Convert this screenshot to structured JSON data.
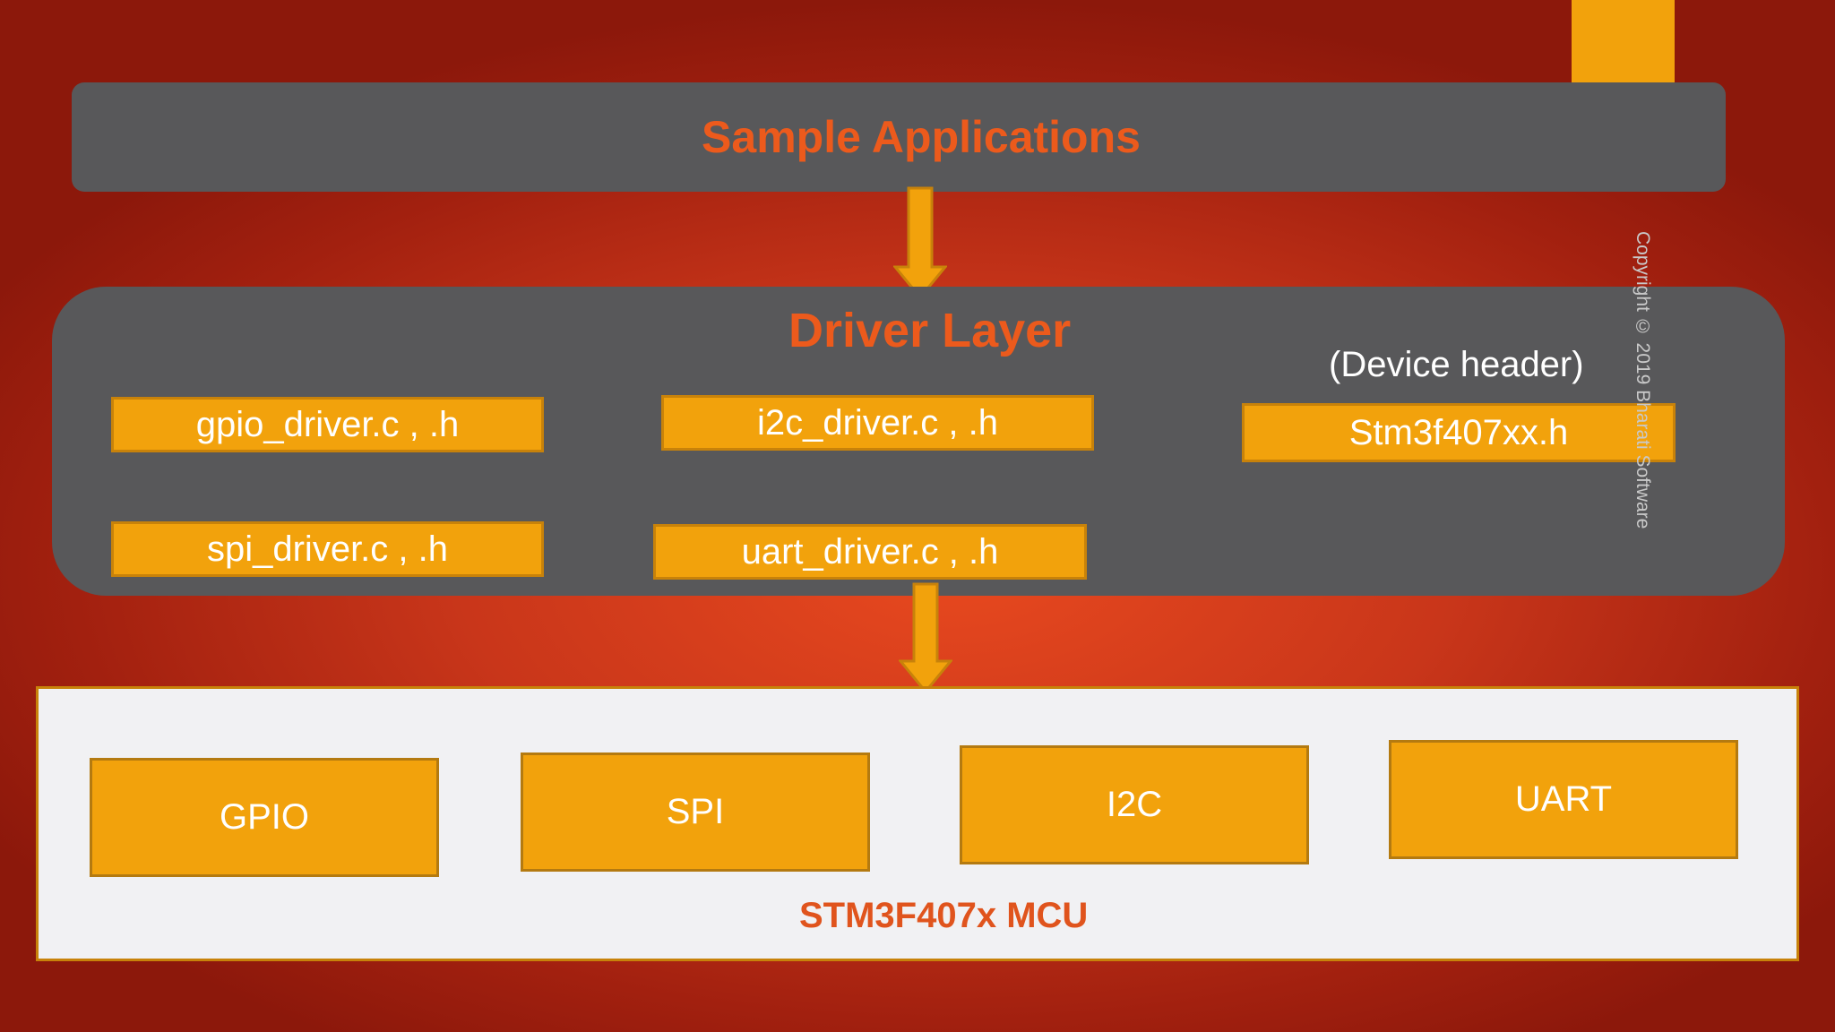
{
  "top_layer": {
    "title": "Sample Applications"
  },
  "driver_layer": {
    "title": "Driver Layer",
    "device_header_caption": "(Device header)",
    "files": [
      "gpio_driver.c , .h",
      "i2c_driver.c , .h",
      "Stm3f407xx.h",
      "spi_driver.c , .h",
      "uart_driver.c , .h"
    ]
  },
  "mcu_layer": {
    "label": "STM3F407x MCU",
    "peripherals": [
      "GPIO",
      "SPI",
      "I2C",
      "UART"
    ]
  },
  "copyright": "Copyright © 2019 Bharati Software",
  "colors": {
    "background": "#c9361a",
    "panel": "#58585a",
    "box_fill": "#f2a20c",
    "title_text": "#ec5a1c",
    "mcu_panel": "#f1f1f3"
  },
  "icons": [
    "down-arrow-icon"
  ]
}
